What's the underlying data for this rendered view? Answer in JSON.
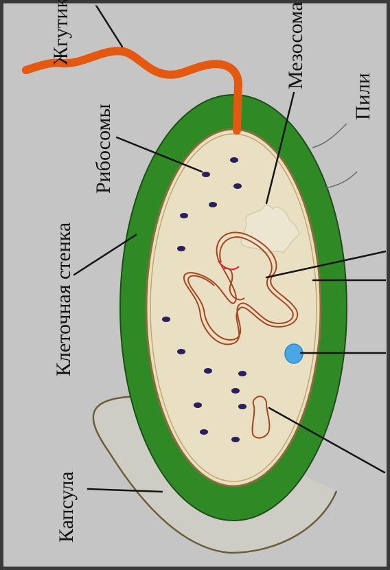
{
  "labels": {
    "flagellum": "Жгутик",
    "mesosome": "Мезосома",
    "ribosomes": "Рибосомы",
    "pili": "Пили",
    "cell_wall": "Клеточная стенка",
    "capsule": "Капсула"
  },
  "colors": {
    "background": "#c5c5c5",
    "cell_wall": "#2f8a26",
    "cytoplasm": "#e9dfc3",
    "flagellum": "#e5580f",
    "nucleoid": "#a6451f",
    "ribosome": "#2a1f5e",
    "inclusion": "#4aa7e6",
    "leader_line": "#141414"
  }
}
